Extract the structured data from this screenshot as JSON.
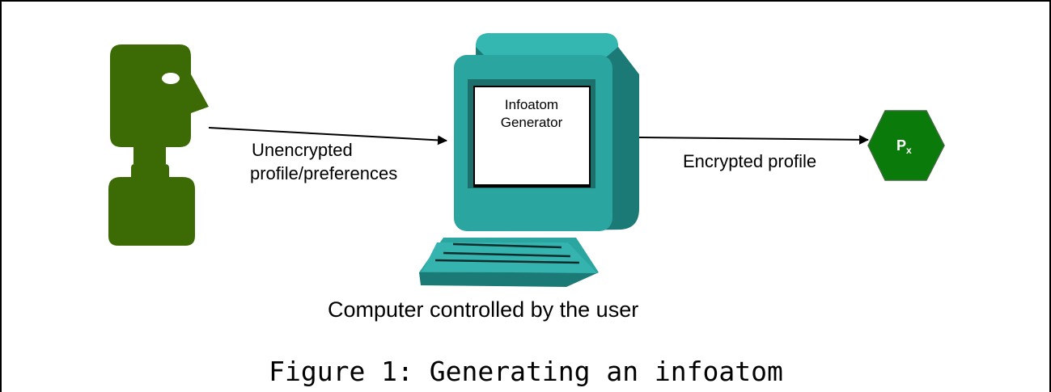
{
  "diagram": {
    "screen_label_line1": "Infoatom",
    "screen_label_line2": "Generator",
    "arrow1_label_line1": "Unencrypted",
    "arrow1_label_line2": "profile/preferences",
    "arrow2_label": "Encrypted profile",
    "hexagon_label_main": "P",
    "hexagon_label_sub": "x",
    "computer_caption": "Computer controlled by the user",
    "figure_caption": "Figure 1: Generating an infoatom"
  },
  "colors": {
    "person": "#3c6a04",
    "hexagon": "#0a7a0a",
    "monitor_front": "#2ba5a0",
    "monitor_side": "#1c7a76",
    "border": "#000000"
  },
  "icons": [
    "user-silhouette-icon",
    "computer-icon",
    "keyboard-icon",
    "hexagon-profile-icon"
  ]
}
